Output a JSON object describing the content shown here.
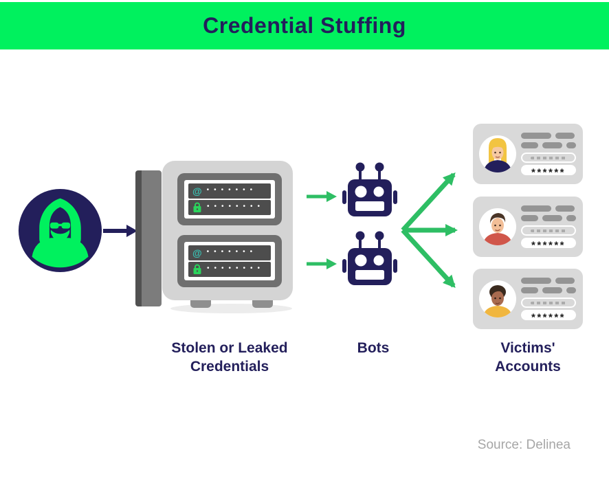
{
  "header": {
    "title": "Credential Stuffing"
  },
  "colors": {
    "banner_green": "#00F15E",
    "navy": "#231F5B",
    "arrow_green": "#2EBE64",
    "vault_body_gray": "#D4D4D4",
    "vault_door_gray": "#7A7A7A",
    "vault_panel_gray": "#6F6F6F",
    "credential_row_dark": "#4D4D4D",
    "at_teal": "#38C2B4",
    "lock_green": "#2BD45C",
    "card_gray": "#D9D9D9",
    "pill_gray": "#949494",
    "source_gray": "#A6A6A6"
  },
  "vault": {
    "label": "Stolen or Leaked\nCredentials",
    "panels": [
      {
        "rows": [
          {
            "icon": "at-icon",
            "symbol": "@",
            "dots": "•••••••"
          },
          {
            "icon": "lock-icon",
            "dots": "••••••••"
          }
        ]
      },
      {
        "rows": [
          {
            "icon": "at-icon",
            "symbol": "@",
            "dots": "•••••••"
          },
          {
            "icon": "lock-icon",
            "dots": "••••••••"
          }
        ]
      }
    ]
  },
  "bots": {
    "label": "Bots",
    "count": 2
  },
  "victims": {
    "label": "Victims'\nAccounts",
    "cards": [
      {
        "avatar": "woman-blonde-navy-top",
        "password": "******"
      },
      {
        "avatar": "man-brown-hair-red-shirt",
        "password": "******"
      },
      {
        "avatar": "man-curly-hair-yellow-shirt",
        "password": "******"
      }
    ]
  },
  "source": {
    "text": "Source: Delinea"
  }
}
